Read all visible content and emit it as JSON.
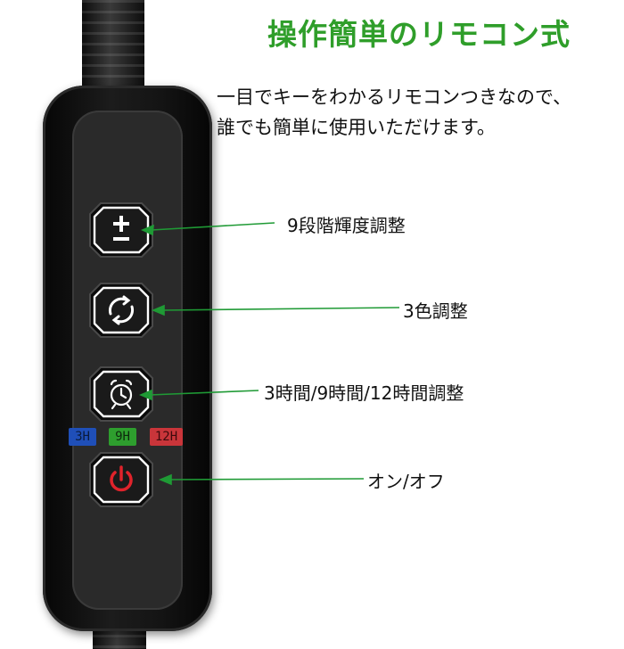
{
  "title": "操作簡単のリモコン式",
  "description": {
    "line1": "一目でキーをわかるリモコンつきなので、",
    "line2": "誰でも簡単に使用いただけます。"
  },
  "buttons": {
    "brightness_icon": "plus-minus-icon",
    "color_icon": "cycle-arrows-icon",
    "timer_icon": "alarm-clock-icon",
    "power_icon": "power-icon"
  },
  "timer_tags": {
    "t3": "3H",
    "t9": "9H",
    "t12": "12H"
  },
  "callouts": {
    "brightness": "9段階輝度調整",
    "color": "3色調整",
    "timer": "3時間/9時間/12時間調整",
    "power": "オン/オフ"
  },
  "colors": {
    "title_green": "#2f9e2a",
    "leader_green": "#1f9a35",
    "power_red": "#e0232b",
    "tag_blue": "#1f4fb8",
    "tag_green": "#2e9e2e",
    "tag_red": "#c9353a"
  }
}
